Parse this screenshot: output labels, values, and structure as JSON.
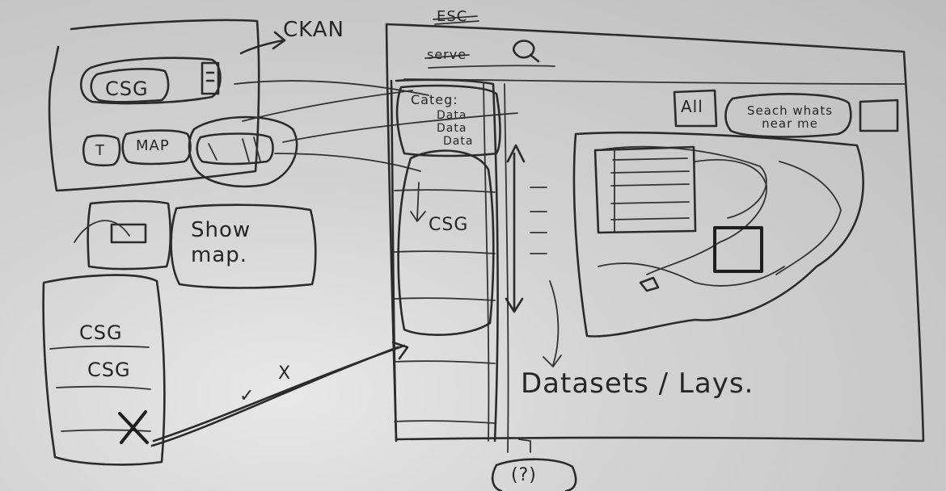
{
  "sketch": {
    "ckan_label": "CKAN",
    "csg_label": "CSG",
    "esc_label": "ESC",
    "search_label": "serve",
    "all_button": "All",
    "search_near_me": "Seach whats near me",
    "categ_label": "Categ:",
    "data_items": [
      "Data",
      "Data",
      "Data"
    ],
    "sidebar_csg": "CSG",
    "show_map": "Show map.",
    "small_t": "T",
    "map_tag": "MAP",
    "list_csg_1": "CSG",
    "list_csg_2": "CSG",
    "check_mark": "✓",
    "x_mark": "X",
    "datasets_layers": "Datasets / Lays.",
    "question": "(?)"
  }
}
